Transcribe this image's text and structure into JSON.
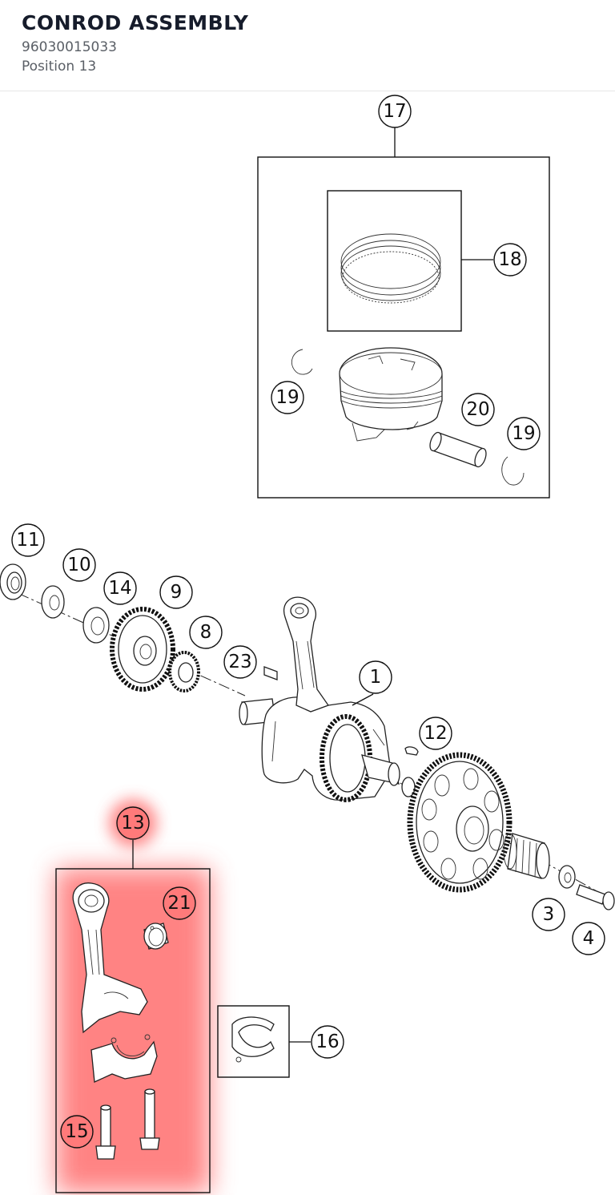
{
  "header": {
    "title": "CONROD ASSEMBLY",
    "part_number": "96030015033",
    "position": "Position 13"
  },
  "highlight": {
    "selected_callout": "13",
    "color": "#ff5a5a"
  },
  "callouts": {
    "c1": "1",
    "c3": "3",
    "c4": "4",
    "c8": "8",
    "c9": "9",
    "c10": "10",
    "c11": "11",
    "c12": "12",
    "c13": "13",
    "c14": "14",
    "c15": "15",
    "c16": "16",
    "c17": "17",
    "c18": "18",
    "c19a": "19",
    "c19b": "19",
    "c20": "20",
    "c21": "21",
    "c23": "23"
  }
}
